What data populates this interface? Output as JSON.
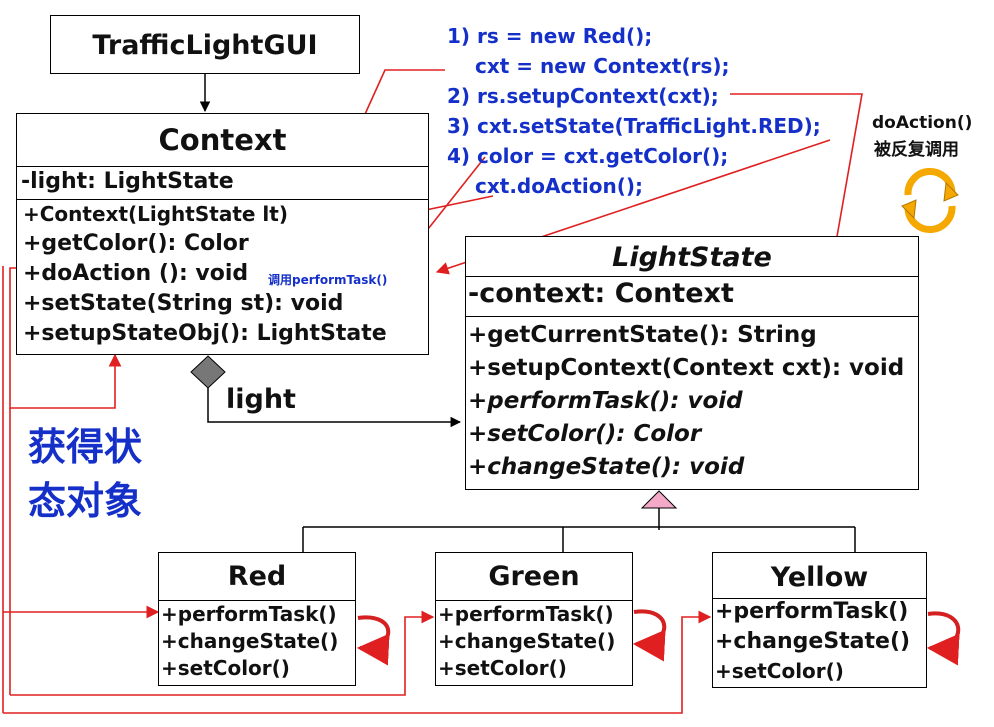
{
  "traffic_light_gui": {
    "title": "TrafficLightGUI"
  },
  "context": {
    "title": "Context",
    "attributes": [
      "-light: LightState"
    ],
    "methods": [
      "+Context(LightState lt)",
      "+getColor(): Color",
      "+doAction (): void",
      "+setState(String st): void",
      "+setupStateObj(): LightState"
    ],
    "doaction_note": "调用performTask()"
  },
  "aggregation_label": "light",
  "light_state": {
    "title": "LightState",
    "attributes": [
      "-context: Context"
    ],
    "methods": [
      "+getCurrentState(): String",
      "+setupContext(Context cxt): void",
      "+performTask(): void",
      "+setColor(): Color",
      "+changeState(): void"
    ]
  },
  "subclasses": [
    {
      "name": "Red",
      "methods": [
        "+performTask()",
        "+changeState()",
        "+setColor()"
      ]
    },
    {
      "name": "Green",
      "methods": [
        "+performTask()",
        "+changeState()",
        "+setColor()"
      ]
    },
    {
      "name": "Yellow",
      "methods": [
        "+performTask()",
        "+changeState()",
        "+setColor()"
      ]
    }
  ],
  "code_steps": [
    "1) rs = new Red();",
    "cxt = new Context(rs);",
    "2) rs.setupContext(cxt);",
    "3) cxt.setState(TrafficLight.RED);",
    "4) color = cxt.getColor();",
    "cxt.doAction();"
  ],
  "repeat_note": [
    "doAction()",
    "被反复调用"
  ],
  "state_object_note": [
    "获得状",
    "态对象"
  ],
  "colors": {
    "code_blue": "#1530c8",
    "arrow_red": "#e02020",
    "generalization_fill": "#f4a9c8",
    "aggregation_fill": "#777777",
    "cycle_orange": "#f5a800"
  }
}
